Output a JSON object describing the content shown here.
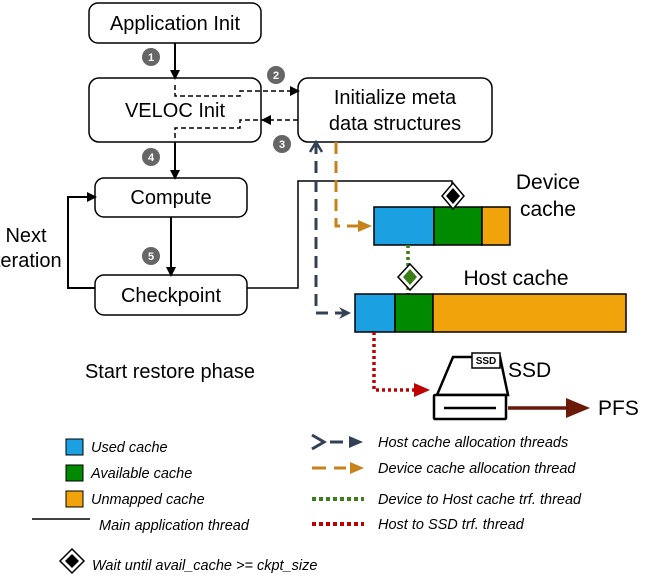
{
  "boxes": {
    "app_init": "Application Init",
    "veloc_init": "VELOC Init",
    "meta_line1": "Initialize meta",
    "meta_line2": "data structures",
    "compute": "Compute",
    "checkpoint": "Checkpoint"
  },
  "labels": {
    "next_line1": "Next",
    "next_line2": "iteration",
    "device_line1": "Device",
    "device_line2": "cache",
    "host_cache": "Host cache",
    "restore": "Start restore phase",
    "ssd": "SSD",
    "ssd_chip": "SSD",
    "pfs": "PFS"
  },
  "steps": [
    "1",
    "2",
    "3",
    "4",
    "5"
  ],
  "legend": {
    "used": "Used cache",
    "available": "Available cache",
    "unmapped": "Unmapped cache",
    "main_thread": "Main application thread",
    "wait": "Wait until avail_cache >= ckpt_size",
    "host_alloc": "Host cache allocation threads",
    "device_alloc": "Device cache allocation thread",
    "dev_to_host": "Device to Host cache trf. thread",
    "host_to_ssd": "Host to SSD trf. thread"
  },
  "colors": {
    "used": "#1ba1e2",
    "available": "#008a00",
    "unmapped": "#f0a30a",
    "host_alloc": "#334155",
    "device_alloc": "#c8821a",
    "dev_to_host": "#3a7f1a",
    "host_to_ssd": "#c00000",
    "pfs_arrow": "#6b1a0a"
  }
}
